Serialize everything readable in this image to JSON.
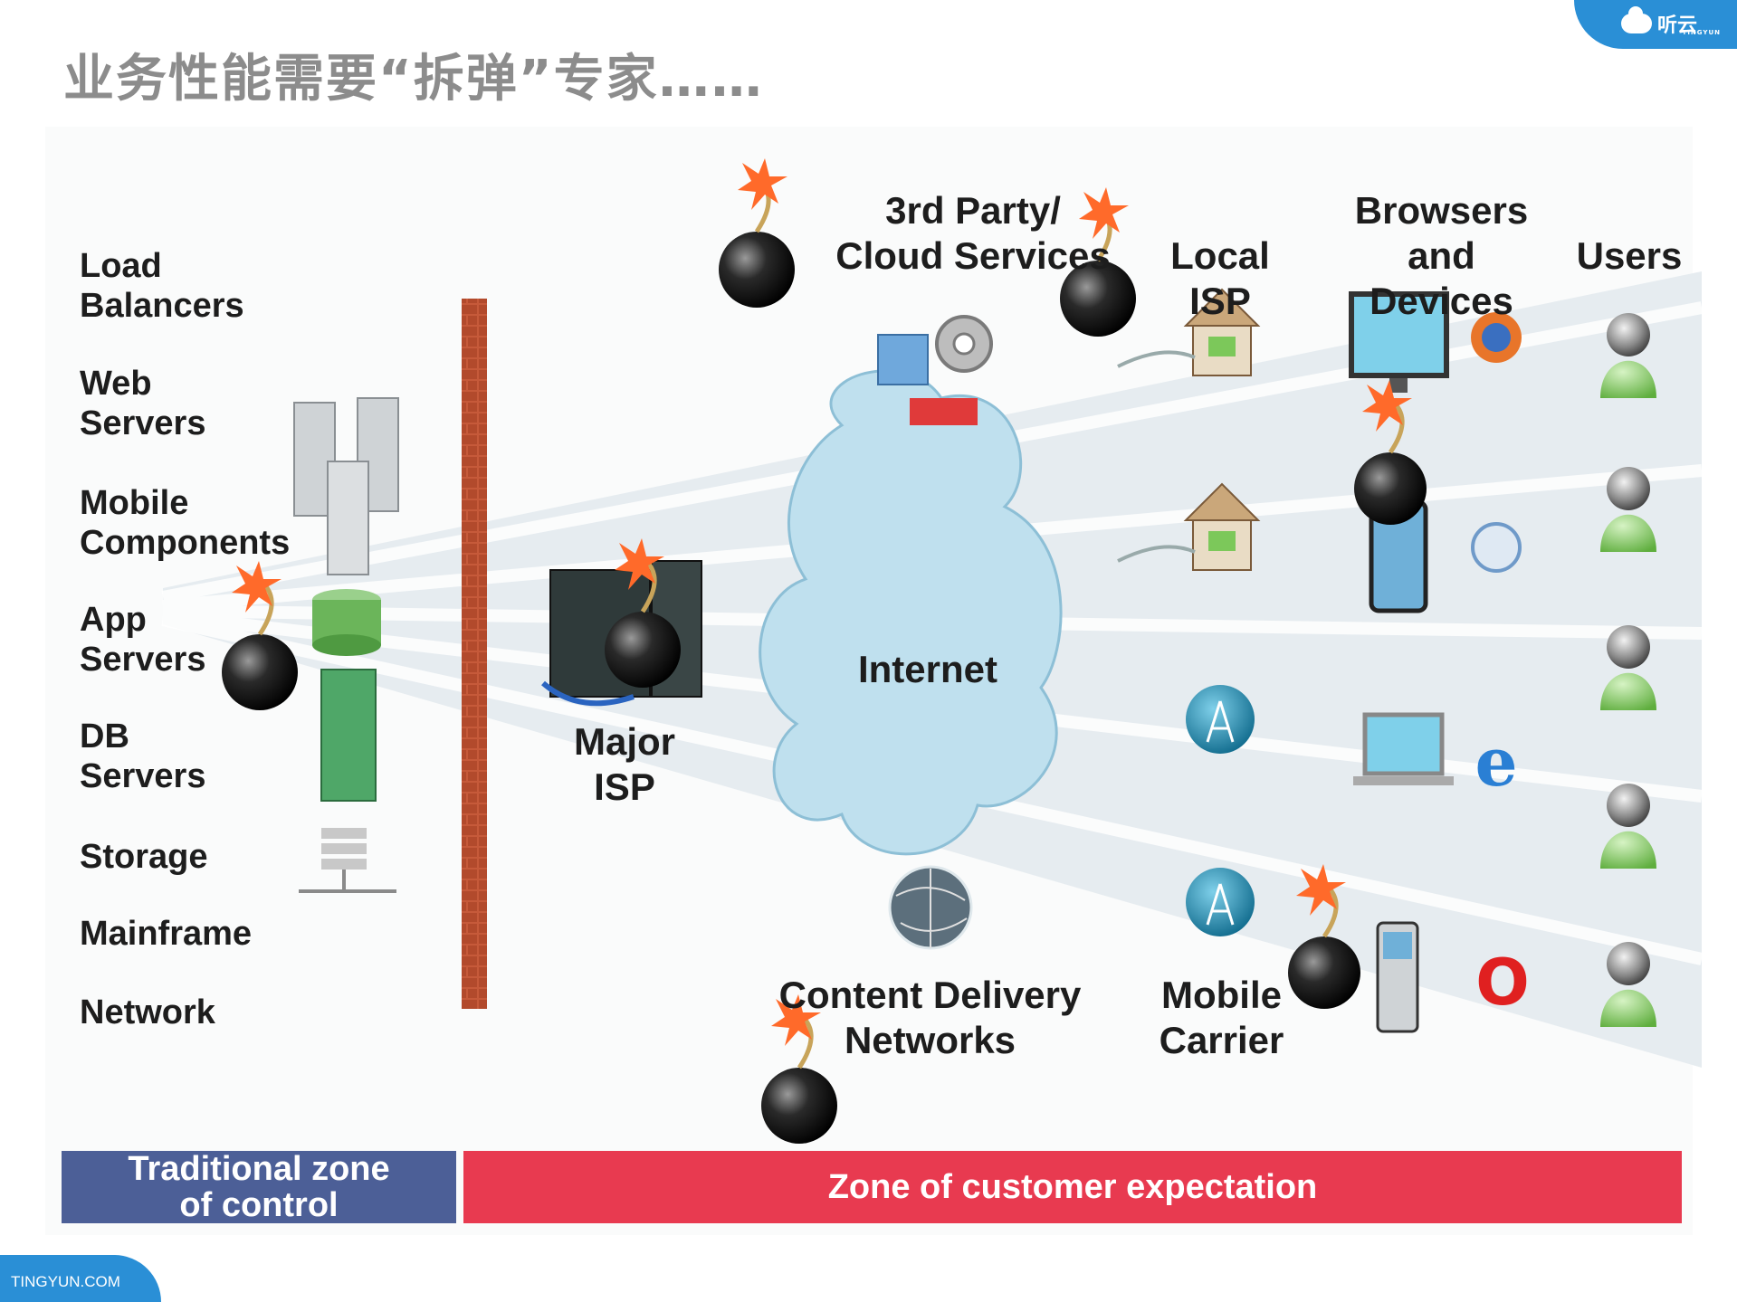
{
  "slide": {
    "title": "业务性能需要“拆弹”专家……"
  },
  "brand": {
    "logo_text": "听云",
    "logo_sub": "TINGYUN",
    "footer": "TINGYUN.COM"
  },
  "left_labels": [
    "Load\nBalancers",
    "Web\nServers",
    "Mobile\nComponents",
    "App\nServers",
    "DB\nServers",
    "Storage",
    "Mainframe",
    "Network"
  ],
  "nodes": {
    "third_party": "3rd Party/\nCloud Services",
    "local_isp": "Local ISP",
    "browsers": "Browsers\nand Devices",
    "users": "Users",
    "major_isp": "Major\nISP",
    "internet": "Internet",
    "cdn": "Content Delivery\nNetworks",
    "mobile_carrier": "Mobile\nCarrier"
  },
  "zones": {
    "control": "Traditional zone\nof control",
    "expectation": "Zone of customer expectation"
  },
  "colors": {
    "zone_control": "#4c5f97",
    "zone_expectation": "#e83a50",
    "accent": "#2a8fd6",
    "cloud": "#bfe0ee",
    "firewall": "#b24a2c",
    "user": "#7cc85a"
  }
}
